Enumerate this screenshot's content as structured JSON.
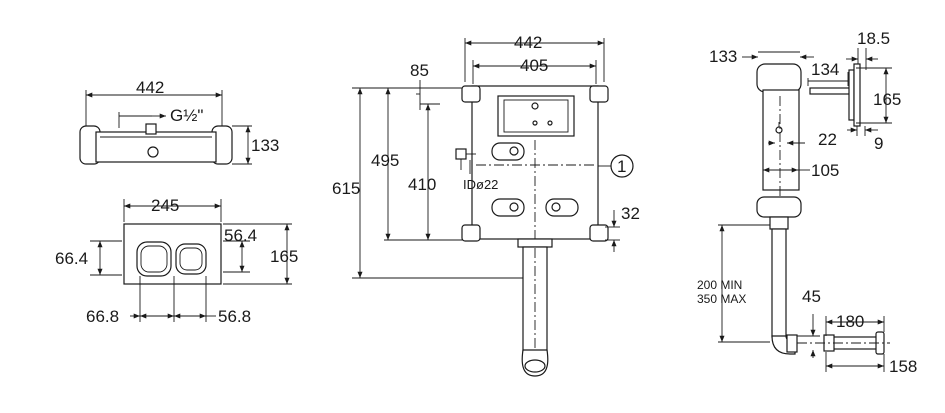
{
  "top_view": {
    "width": "442",
    "thread": "G½\"",
    "height": "133"
  },
  "plate": {
    "width": "245",
    "height_right": "56.4",
    "height_total": "165",
    "height_left": "66.4",
    "width_left": "66.8",
    "width_right": "56.8"
  },
  "front_view": {
    "width_outer": "442",
    "width_inner": "405",
    "offset_top": "85",
    "height_total": "615",
    "height_mid": "495",
    "height_inner": "410",
    "pipe": "IDø22",
    "callout": "1",
    "foot": "32"
  },
  "side_view": {
    "depth": "133",
    "panel_offset": "18.5",
    "depth_panel": "134",
    "panel_height": "165",
    "panel_thickness": "9",
    "button_offset": "22",
    "cistern_width": "105",
    "pipe_min": "200 MIN",
    "pipe_max": "350 MAX",
    "bend": "45",
    "outlet_length": "180",
    "outlet_tail": "158"
  }
}
